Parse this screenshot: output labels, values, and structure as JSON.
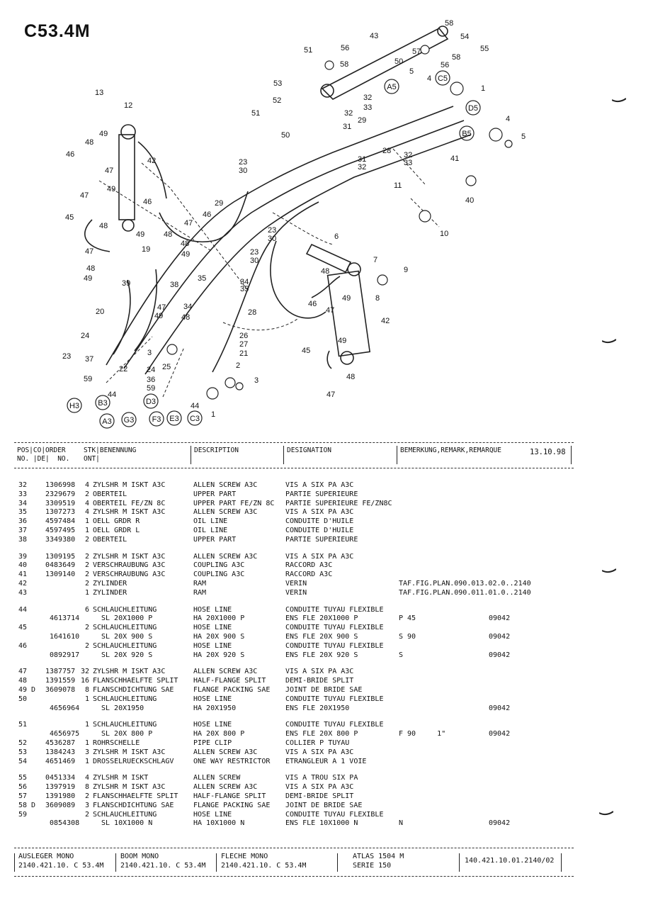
{
  "title": "C53.4M",
  "callouts": [
    "1",
    "2",
    "3",
    "4",
    "5",
    "6",
    "7",
    "8",
    "9",
    "10",
    "11",
    "12",
    "13",
    "19",
    "20",
    "21",
    "22",
    "23",
    "24",
    "25",
    "26",
    "27",
    "28",
    "29",
    "30",
    "31",
    "32",
    "33",
    "34",
    "35",
    "36",
    "37",
    "38",
    "39",
    "40",
    "41",
    "42",
    "43",
    "44",
    "45",
    "46",
    "47",
    "48",
    "49",
    "50",
    "51",
    "52",
    "53",
    "54",
    "55",
    "56",
    "57",
    "58",
    "59"
  ],
  "circled_labels": [
    "A5",
    "C5",
    "D5",
    "B5",
    "H3",
    "B3",
    "A3",
    "G3",
    "D3",
    "F3",
    "E3",
    "C3"
  ],
  "header": {
    "pos": "POS|CO|ORDER",
    "no": "NO. |DE|  NO.",
    "stk": "STK|BENENNUNG",
    "ont": "ONT|",
    "description": "DESCRIPTION",
    "designation": "DESIGNATION",
    "remark": "BEMERKUNG,REMARK,REMARQUE",
    "date": "13.10.98"
  },
  "rows": [
    {
      "pos": "32",
      "order": "1306998",
      "qty": "4",
      "name": "ZYLSHR M ISKT A3C",
      "desc": "ALLEN SCREW A3C",
      "desig": "VIS A SIX PA A3C",
      "remark": "",
      "code": ""
    },
    {
      "pos": "33",
      "order": "2329679",
      "qty": "2",
      "name": "OBERTEIL",
      "desc": "UPPER PART",
      "desig": "PARTIE SUPERIEURE",
      "remark": "",
      "code": ""
    },
    {
      "pos": "34",
      "order": "3309519",
      "qty": "4",
      "name": "OBERTEIL FE/ZN 8C",
      "desc": "UPPER PART FE/ZN 8C",
      "desig": "PARTIE SUPERIEURE FE/ZN8C",
      "remark": "",
      "code": ""
    },
    {
      "pos": "35",
      "order": "1307273",
      "qty": "4",
      "name": "ZYLSHR M ISKT A3C",
      "desc": "ALLEN SCREW A3C",
      "desig": "VIS A SIX PA A3C",
      "remark": "",
      "code": ""
    },
    {
      "pos": "36",
      "order": "4597484",
      "qty": "1",
      "name": "OELL GRDR R",
      "desc": "OIL LINE",
      "desig": "CONDUITE D'HUILE",
      "remark": "",
      "code": ""
    },
    {
      "pos": "37",
      "order": "4597495",
      "qty": "1",
      "name": "OELL GRDR L",
      "desc": "OIL LINE",
      "desig": "CONDUITE D'HUILE",
      "remark": "",
      "code": ""
    },
    {
      "pos": "38",
      "order": "3349380",
      "qty": "2",
      "name": "OBERTEIL",
      "desc": "UPPER PART",
      "desig": "PARTIE SUPERIEURE",
      "remark": "",
      "code": ""
    },
    {
      "pos": "39",
      "order": "1309195",
      "qty": "2",
      "name": "ZYLSHR M ISKT A3C",
      "desc": "ALLEN SCREW A3C",
      "desig": "VIS A SIX PA A3C",
      "remark": "",
      "code": ""
    },
    {
      "pos": "40",
      "order": "0483649",
      "qty": "2",
      "name": "VERSCHRAUBUNG A3C",
      "desc": "COUPLING A3C",
      "desig": "RACCORD A3C",
      "remark": "",
      "code": ""
    },
    {
      "pos": "41",
      "order": "1309140",
      "qty": "2",
      "name": "VERSCHRAUBUNG A3C",
      "desc": "COUPLING A3C",
      "desig": "RACCORD A3C",
      "remark": "",
      "code": ""
    },
    {
      "pos": "42",
      "order": "",
      "qty": "2",
      "name": "ZYLINDER",
      "desc": "RAM",
      "desig": "VERIN",
      "remark": "TAF.FIG.PLAN.090.013.02.0..2140",
      "code": ""
    },
    {
      "pos": "43",
      "order": "",
      "qty": "1",
      "name": "ZYLINDER",
      "desc": "RAM",
      "desig": "VERIN",
      "remark": "TAF.FIG.PLAN.090.011.01.0..2140",
      "code": ""
    },
    {
      "pos": "44",
      "order": "",
      "qty": "6",
      "name": "SCHLAUCHLEITUNG",
      "desc": "HOSE LINE",
      "desig": "CONDUITE TUYAU FLEXIBLE",
      "remark": "",
      "code": ""
    },
    {
      "pos": "",
      "order": "4613714",
      "qty": "",
      "name": "SL 20X1000 P",
      "desc": "HA 20X1000 P",
      "desig": "ENS FLE 20X1000 P",
      "remark": "P 45",
      "code": "09042"
    },
    {
      "pos": "45",
      "order": "",
      "qty": "2",
      "name": "SCHLAUCHLEITUNG",
      "desc": "HOSE LINE",
      "desig": "CONDUITE TUYAU FLEXIBLE",
      "remark": "",
      "code": ""
    },
    {
      "pos": "",
      "order": "1641610",
      "qty": "",
      "name": "SL 20X 900 S",
      "desc": "HA 20X 900 S",
      "desig": "ENS FLE 20X 900 S",
      "remark": "S 90",
      "code": "09042"
    },
    {
      "pos": "46",
      "order": "",
      "qty": "2",
      "name": "SCHLAUCHLEITUNG",
      "desc": "HOSE LINE",
      "desig": "CONDUITE TUYAU FLEXIBLE",
      "remark": "",
      "code": ""
    },
    {
      "pos": "",
      "order": "0892917",
      "qty": "",
      "name": "SL 20X 920 S",
      "desc": "HA 20X 920 S",
      "desig": "ENS FLE 20X 920 S",
      "remark": "S",
      "code": "09042"
    },
    {
      "pos": "47",
      "order": "1387757",
      "qty": "32",
      "name": "ZYLSHR M ISKT A3C",
      "desc": "ALLEN SCREW A3C",
      "desig": "VIS A SIX PA A3C",
      "remark": "",
      "code": ""
    },
    {
      "pos": "48",
      "order": "1391559",
      "qty": "16",
      "name": "FLANSCHHAELFTE SPLIT",
      "desc": "HALF-FLANGE SPLIT",
      "desig": "DEMI-BRIDE SPLIT",
      "remark": "",
      "code": ""
    },
    {
      "pos": "49 D",
      "order": "3609078",
      "qty": "8",
      "name": "FLANSCHDICHTUNG SAE",
      "desc": "FLANGE PACKING SAE",
      "desig": "JOINT DE BRIDE SAE",
      "remark": "",
      "code": ""
    },
    {
      "pos": "50",
      "order": "",
      "qty": "1",
      "name": "SCHLAUCHLEITUNG",
      "desc": "HOSE LINE",
      "desig": "CONDUITE TUYAU FLEXIBLE",
      "remark": "",
      "code": ""
    },
    {
      "pos": "",
      "order": "4656964",
      "qty": "",
      "name": "SL 20X1950",
      "desc": "HA 20X1950",
      "desig": "ENS FLE 20X1950",
      "remark": "",
      "code": "09042"
    },
    {
      "pos": "51",
      "order": "",
      "qty": "1",
      "name": "SCHLAUCHLEITUNG",
      "desc": "HOSE LINE",
      "desig": "CONDUITE TUYAU FLEXIBLE",
      "remark": "",
      "code": ""
    },
    {
      "pos": "",
      "order": "4656975",
      "qty": "",
      "name": "SL 20X 800 P",
      "desc": "HA 20X 800 P",
      "desig": "ENS FLE 20X 800 P",
      "remark": "F 90     1\"",
      "code": "09042"
    },
    {
      "pos": "52",
      "order": "4536287",
      "qty": "1",
      "name": "ROHRSCHELLE",
      "desc": "PIPE CLIP",
      "desig": "COLLIER P TUYAU",
      "remark": "",
      "code": ""
    },
    {
      "pos": "53",
      "order": "1384243",
      "qty": "3",
      "name": "ZYLSHR M ISKT A3C",
      "desc": "ALLEN SCREW A3C",
      "desig": "VIS A SIX PA A3C",
      "remark": "",
      "code": ""
    },
    {
      "pos": "54",
      "order": "4651469",
      "qty": "1",
      "name": "DROSSELRUECKSCHLAGV",
      "desc": "ONE WAY RESTRICTOR",
      "desig": "ETRANGLEUR A 1 VOIE",
      "remark": "",
      "code": ""
    },
    {
      "pos": "55",
      "order": "0451334",
      "qty": "4",
      "name": "ZYLSHR M ISKT",
      "desc": "ALLEN SCREW",
      "desig": "VIS A TROU SIX PA",
      "remark": "",
      "code": ""
    },
    {
      "pos": "56",
      "order": "1397919",
      "qty": "8",
      "name": "ZYLSHR M ISKT A3C",
      "desc": "ALLEN SCREW A3C",
      "desig": "VIS A SIX PA A3C",
      "remark": "",
      "code": ""
    },
    {
      "pos": "57",
      "order": "1391980",
      "qty": "2",
      "name": "FLANSCHHAELFTE SPLIT",
      "desc": "HALF-FLANGE SPLIT",
      "desig": "DEMI-BRIDE SPLIT",
      "remark": "",
      "code": ""
    },
    {
      "pos": "58 D",
      "order": "3609089",
      "qty": "3",
      "name": "FLANSCHDICHTUNG SAE",
      "desc": "FLANGE PACKING SAE",
      "desig": "JOINT DE BRIDE SAE",
      "remark": "",
      "code": ""
    },
    {
      "pos": "59",
      "order": "",
      "qty": "2",
      "name": "SCHLAUCHLEITUNG",
      "desc": "HOSE LINE",
      "desig": "CONDUITE TUYAU FLEXIBLE",
      "remark": "",
      "code": ""
    },
    {
      "pos": "",
      "order": "0854308",
      "qty": "",
      "name": "SL 10X1000 N",
      "desc": "HA 10X1000 N",
      "desig": "ENS FLE 10X1000 N",
      "remark": "N",
      "code": "09042"
    }
  ],
  "footer": {
    "c1_top": "AUSLEGER MONO",
    "c1_bot": "2140.421.10. C 53.4M",
    "c2_top": "BOOM MONO",
    "c2_bot": "2140.421.10. C 53.4M",
    "c3_top": "FLECHE MONO",
    "c3_bot": "2140.421.10. C 53.4M",
    "c4_top": "ATLAS 1504 M",
    "c4_bot": "SERIE 150",
    "c5": "140.421.10.01.2140/02"
  }
}
